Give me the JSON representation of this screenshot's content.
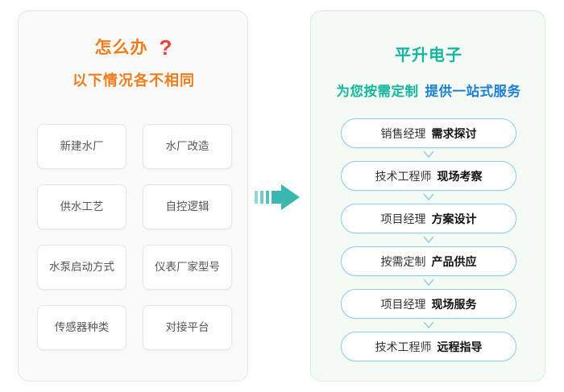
{
  "left": {
    "title": "怎么办",
    "title_mark": "?",
    "subtitle": "以下情况各不相同",
    "chips": [
      "新建水厂",
      "水厂改造",
      "供水工艺",
      "自控逻辑",
      "水泵启动方式",
      "仪表厂家型号",
      "传感器种类",
      "对接平台"
    ]
  },
  "arrow": {
    "icon": "right-arrow-icon",
    "color": "#3ab7b0"
  },
  "right": {
    "title": "平升电子",
    "subtitle_a": "为您按需定制",
    "subtitle_b": "提供一站式服务",
    "steps": [
      {
        "role": "销售经理",
        "action": "需求探讨"
      },
      {
        "role": "技术工程师",
        "action": "现场考察"
      },
      {
        "role": "项目经理",
        "action": "方案设计"
      },
      {
        "role": "按需定制",
        "action": "产品供应"
      },
      {
        "role": "项目经理",
        "action": "现场服务"
      },
      {
        "role": "技术工程师",
        "action": "远程指导"
      }
    ],
    "connector_icon": "chevron-down-icon"
  },
  "colors": {
    "orange": "#f07c1e",
    "red": "#ef4136",
    "teal": "#16b5a0",
    "blue": "#1d7fd4",
    "step_border": "#8ec9ee"
  }
}
